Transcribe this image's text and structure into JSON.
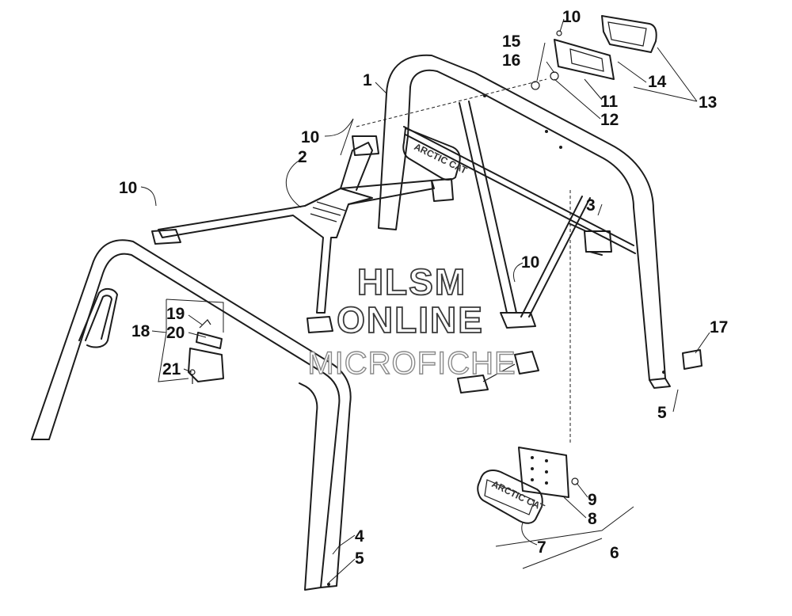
{
  "watermark": {
    "line1": "HLSM",
    "line2": "ONLINE",
    "line3": "MICROFICHE"
  },
  "logo_text": "ARCTIC CAT",
  "callouts": [
    {
      "id": "callout-1",
      "label": "1"
    },
    {
      "id": "callout-2",
      "label": "2"
    },
    {
      "id": "callout-3",
      "label": "3"
    },
    {
      "id": "callout-4",
      "label": "4"
    },
    {
      "id": "callout-5a",
      "label": "5"
    },
    {
      "id": "callout-5b",
      "label": "5"
    },
    {
      "id": "callout-6",
      "label": "6"
    },
    {
      "id": "callout-7",
      "label": "7"
    },
    {
      "id": "callout-8",
      "label": "8"
    },
    {
      "id": "callout-9",
      "label": "9"
    },
    {
      "id": "callout-10a",
      "label": "10"
    },
    {
      "id": "callout-10b",
      "label": "10"
    },
    {
      "id": "callout-10c",
      "label": "10"
    },
    {
      "id": "callout-10d",
      "label": "10"
    },
    {
      "id": "callout-11",
      "label": "11"
    },
    {
      "id": "callout-12",
      "label": "12"
    },
    {
      "id": "callout-13",
      "label": "13"
    },
    {
      "id": "callout-14",
      "label": "14"
    },
    {
      "id": "callout-15",
      "label": "15"
    },
    {
      "id": "callout-16",
      "label": "16"
    },
    {
      "id": "callout-17",
      "label": "17"
    },
    {
      "id": "callout-18",
      "label": "18"
    },
    {
      "id": "callout-19",
      "label": "19"
    },
    {
      "id": "callout-20",
      "label": "20"
    },
    {
      "id": "callout-21",
      "label": "21"
    }
  ]
}
